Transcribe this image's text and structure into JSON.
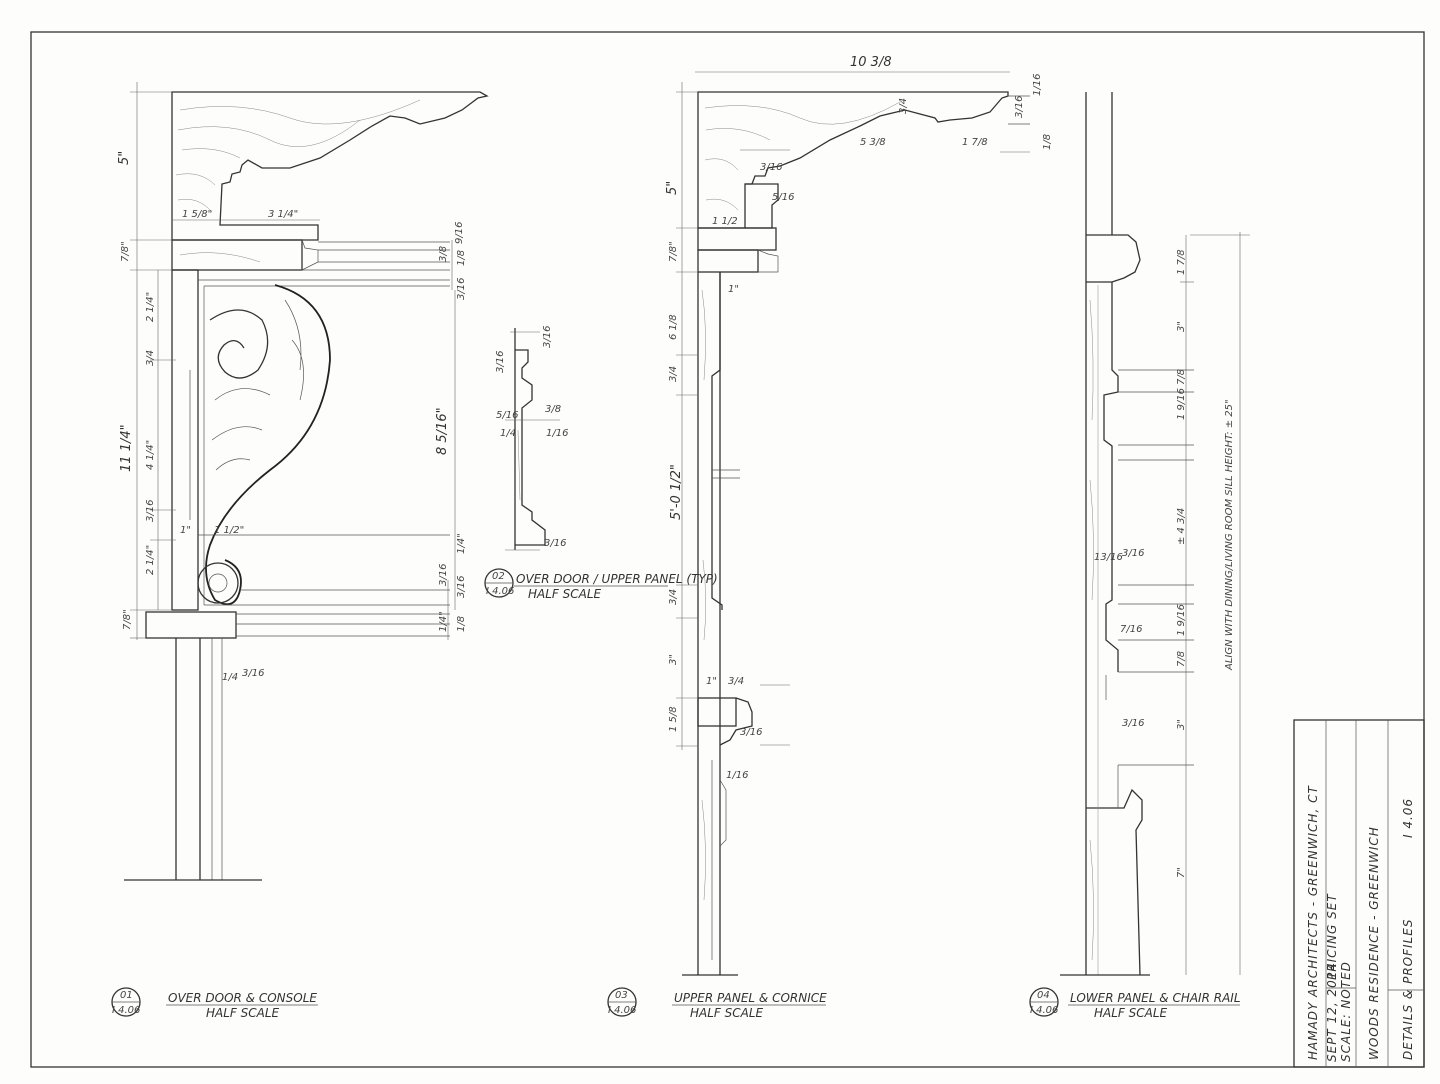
{
  "title_block": {
    "firm": "HAMADY ARCHITECTS - GREENWICH, CT",
    "date": "SEPT 12, 2014",
    "issue": "PRICING SET",
    "scale": "SCALE: NOTED",
    "project": "WOODS RESIDENCE - GREENWICH",
    "sheet_title": "DETAILS & PROFILES",
    "sheet_number": "I 4.06"
  },
  "details": [
    {
      "num": "01",
      "ref": "I 4.06",
      "title": "OVER DOOR & CONSOLE",
      "scale": "HALF SCALE"
    },
    {
      "num": "02",
      "ref": "I 4.06",
      "title": "OVER DOOR / UPPER PANEL (TYP)",
      "scale": "HALF SCALE"
    },
    {
      "num": "03",
      "ref": "I 4.06",
      "title": "UPPER PANEL & CORNICE",
      "scale": "HALF SCALE"
    },
    {
      "num": "04",
      "ref": "I 4.06",
      "title": "LOWER PANEL & CHAIR RAIL",
      "scale": "HALF SCALE"
    }
  ],
  "dimensions": {
    "d01": {
      "h1": "5\"",
      "h2": "7/8\"",
      "h3": "2 1/4\"",
      "h4": "3/4",
      "h5": "11 1/4\"",
      "h6": "4 1/4\"",
      "h7": "3/16",
      "h8": "2 1/4\"",
      "h9": "7/8\"",
      "w1": "1 5/8\"",
      "w2": "3 1/4\"",
      "w3": "1\"",
      "w4": "1 1/2\"",
      "v1": "8 5/16\"",
      "r1": "9/16",
      "r2": "3/8",
      "r3": "1/8",
      "r4": "3/16",
      "r5": "1/4\"",
      "r6": "3/16",
      "r7": "3/16",
      "r8": "1/4\"",
      "r9": "1/8",
      "b1": "1/4",
      "b2": "3/16"
    },
    "d02": {
      "a": "3/16",
      "b": "3/16",
      "c": "5/16",
      "d": "3/8",
      "e": "1/4",
      "f": "1/16",
      "g": "3/16"
    },
    "d03": {
      "w_total": "10 3/8",
      "h1": "5\"",
      "h2": "7/8\"",
      "h3": "6 1/8",
      "h4": "3/4",
      "h5": "5'-0 1/2\"",
      "h6": "3/4",
      "h7": "3\"",
      "h8": "1 5/8",
      "w1": "1 1/2",
      "w2": "1\"",
      "w3": "1\"",
      "w4": "3/4",
      "c1": "5 3/8",
      "c2": "1 7/8",
      "c3": "3/4",
      "c4": "1/16",
      "c5": "3/16",
      "c6": "1/8",
      "s1": "3/16",
      "s2": "5/16",
      "s3": "3/16",
      "s4": "1/16"
    },
    "d04": {
      "h1": "1 7/8",
      "h2": "3\"",
      "h3": "7/8",
      "h4": "1 9/16",
      "h5": "± 4 3/4",
      "h6": "1 9/16",
      "h7": "7/8",
      "h8": "3\"",
      "h9": "7\"",
      "s1": "13/16",
      "s2": "3/16",
      "s3": "7/16",
      "s4": "3/16",
      "align_note": "ALIGN WITH DINING/LIVING ROOM SILL HEIGHT: ± 25\""
    }
  }
}
